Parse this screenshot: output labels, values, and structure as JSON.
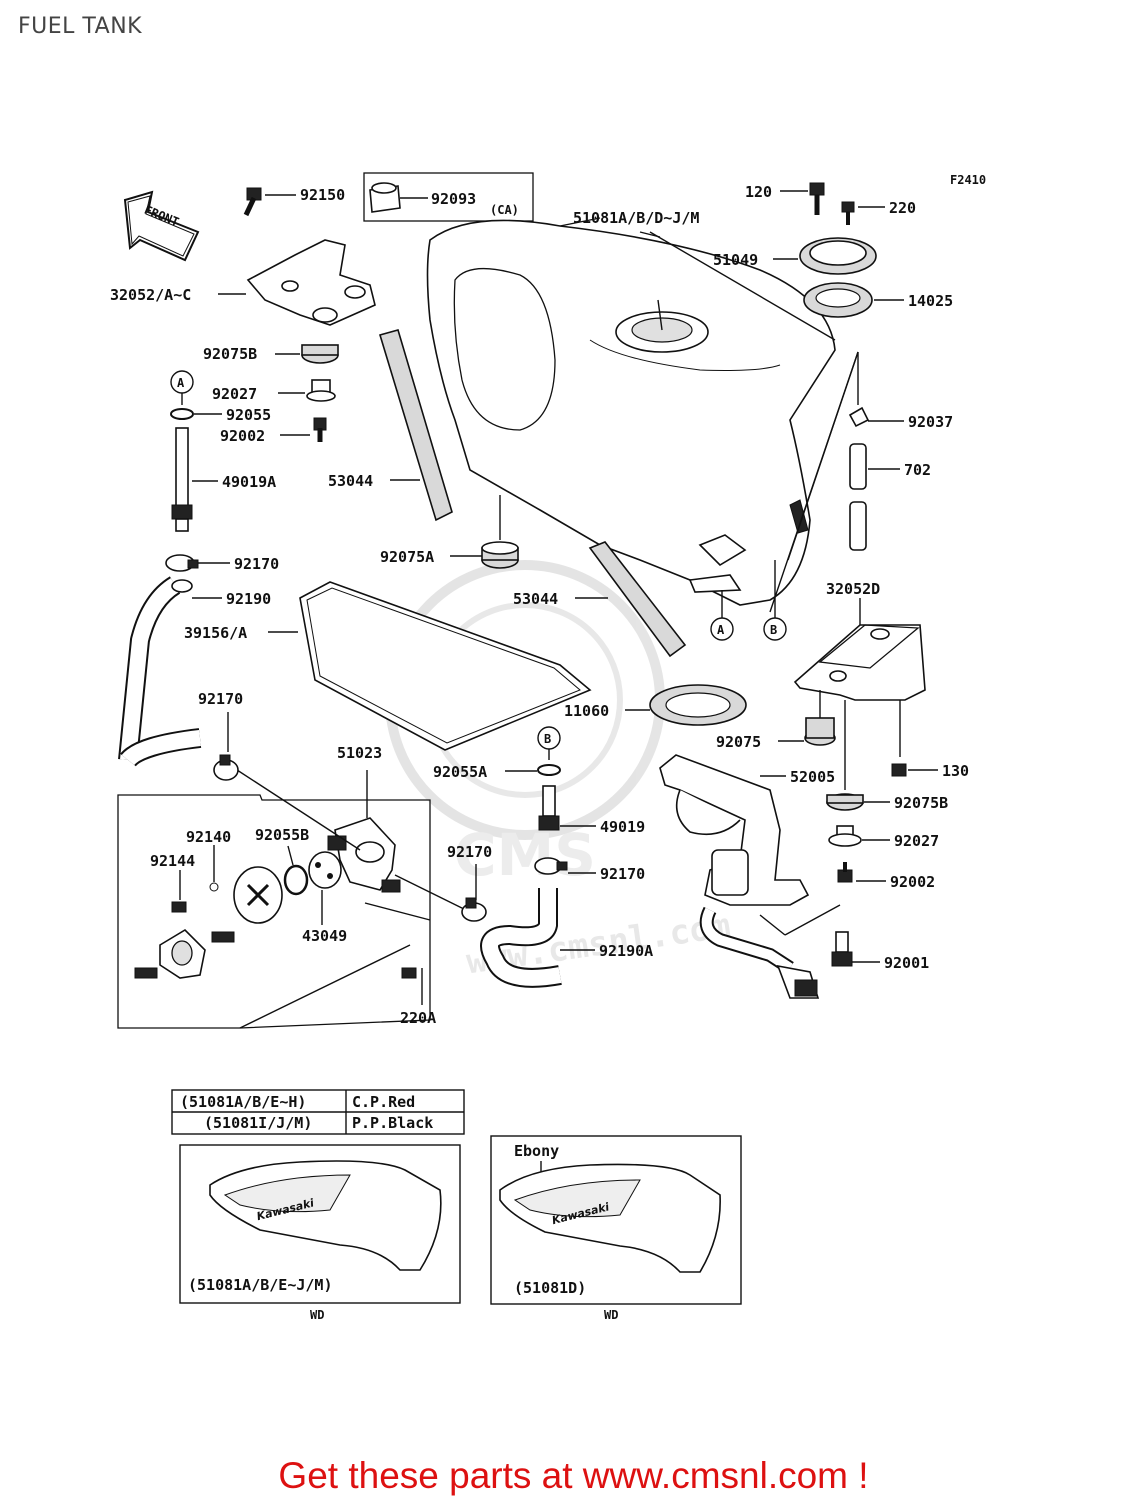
{
  "page": {
    "title": "FUEL TANK",
    "figure_code": "F2410",
    "footer": "Get these parts at www.cmsnl.com !",
    "watermark": "www.cmsnl.com"
  },
  "front_arrow": "FRONT",
  "callouts": {
    "p92150": "92150",
    "p92093": "92093",
    "ca": "(CA)",
    "p32052a": "32052/A~C",
    "p92075b_l": "92075B",
    "p92027_l": "92027",
    "p92055": "92055",
    "p92002_l": "92002",
    "p49019a": "49019A",
    "p92170_a": "92170",
    "p92190": "92190",
    "p39156": "39156/A",
    "p92170_b": "92170",
    "p51023": "51023",
    "p92140": "92140",
    "p92144": "92144",
    "p92055b": "92055B",
    "p43049": "43049",
    "p92170_c": "92170",
    "p220a": "220A",
    "p53044_a": "53044",
    "p92075a": "92075A",
    "p53044_b": "53044",
    "p11060": "11060",
    "p92055a": "92055A",
    "p49019": "49019",
    "p92170_d": "92170",
    "p92190a": "92190A",
    "p51081": "51081A/B/D~J/M",
    "p120": "120",
    "p220": "220",
    "p51049": "51049",
    "p14025": "14025",
    "p92037": "92037",
    "p702": "702",
    "p32052d": "32052D",
    "p92075": "92075",
    "p52005": "52005",
    "p130": "130",
    "p92075b_r": "92075B",
    "p92027_r": "92027",
    "p92002_r": "92002",
    "p92001": "92001",
    "ref_a": "A",
    "ref_b": "B"
  },
  "color_table": {
    "rows": [
      {
        "models": "(51081A/B/E~H)",
        "color": "C.P.Red"
      },
      {
        "models": "(51081I/J/M)",
        "color": "P.P.Black"
      }
    ]
  },
  "variants": [
    {
      "caption": "(51081A/B/E~J/M)",
      "note": "",
      "destination": "WD"
    },
    {
      "caption": "(51081D)",
      "note": "Ebony",
      "destination": "WD"
    }
  ]
}
